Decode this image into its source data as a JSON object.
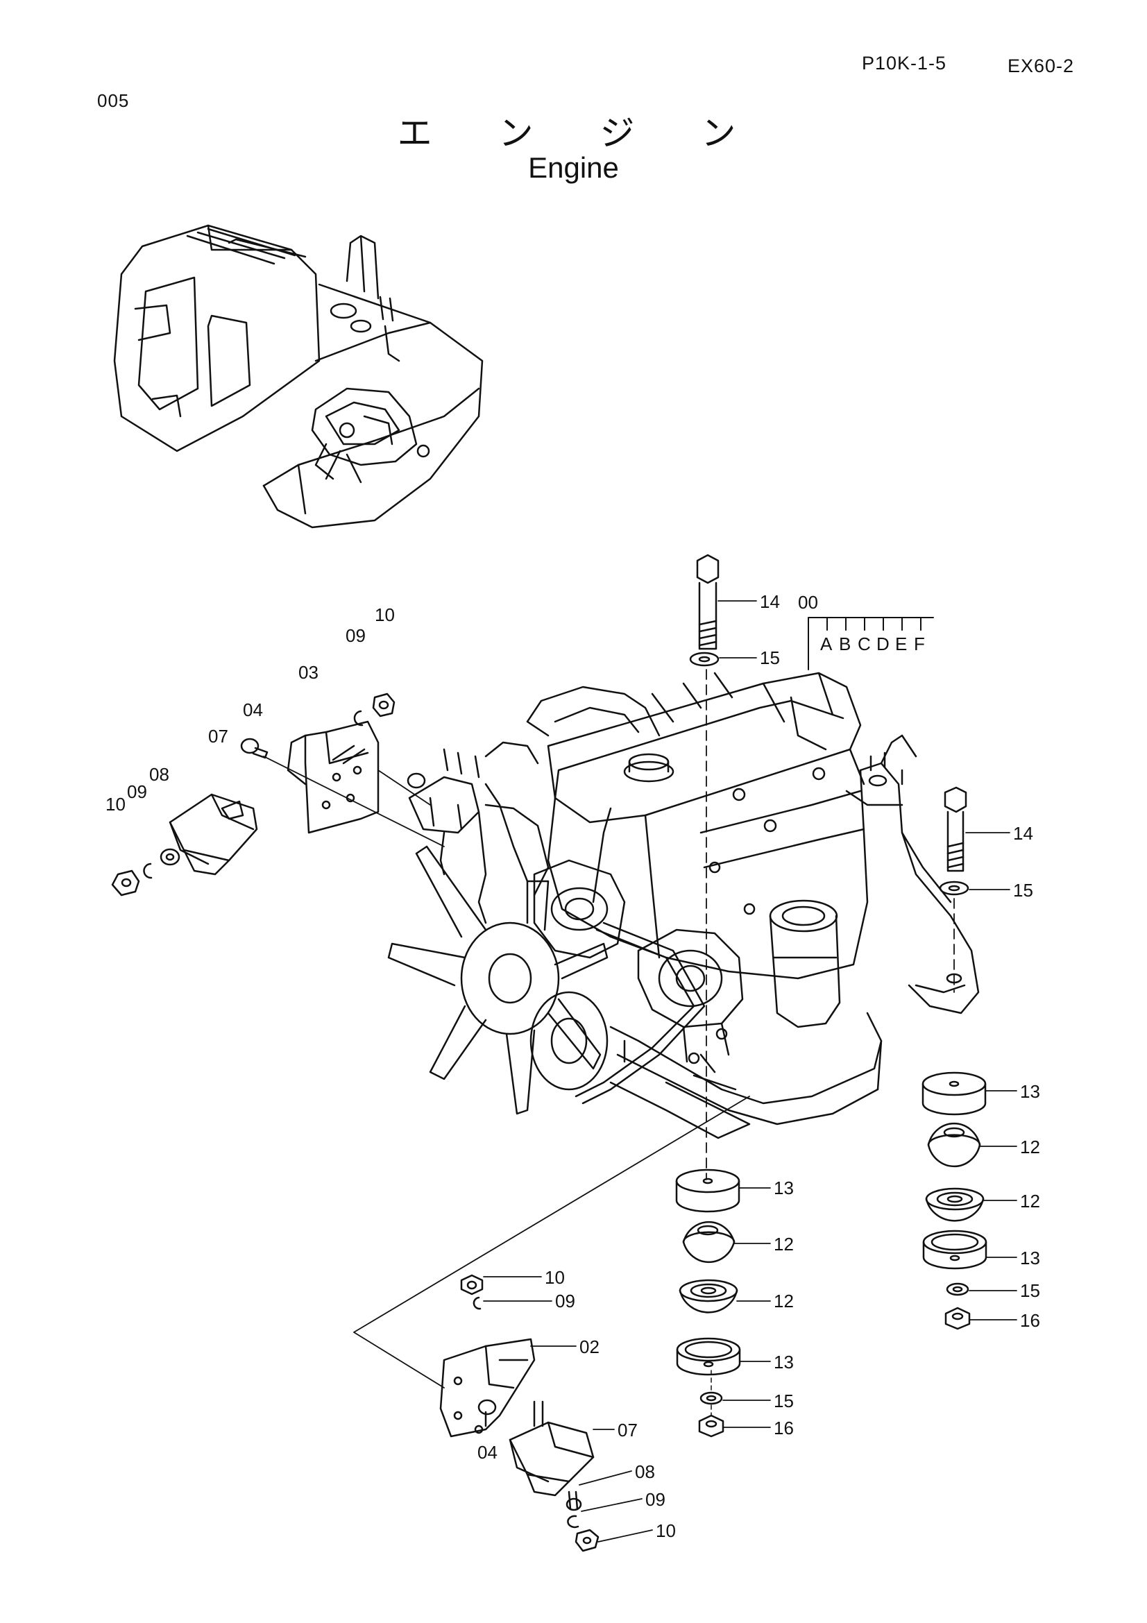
{
  "header": {
    "page_code": "P10K-1-5",
    "model": "EX60-2",
    "page_number": "005",
    "title_japanese": "エ ン ジ ン",
    "title_english": "Engine"
  },
  "variants": {
    "label": "00",
    "letters": [
      "A",
      "B",
      "C",
      "D",
      "E",
      "F"
    ]
  },
  "callouts": [
    {
      "id": "c14a",
      "label": "14"
    },
    {
      "id": "c15a",
      "label": "15"
    },
    {
      "id": "c14b",
      "label": "14"
    },
    {
      "id": "c15b",
      "label": "15"
    },
    {
      "id": "c10a",
      "label": "10"
    },
    {
      "id": "c09a",
      "label": "09"
    },
    {
      "id": "c03",
      "label": "03"
    },
    {
      "id": "c04a",
      "label": "04"
    },
    {
      "id": "c07a",
      "label": "07"
    },
    {
      "id": "c08a",
      "label": "08"
    },
    {
      "id": "c09b",
      "label": "09"
    },
    {
      "id": "c10b",
      "label": "10"
    },
    {
      "id": "c13r1",
      "label": "13"
    },
    {
      "id": "c12r1",
      "label": "12"
    },
    {
      "id": "c12r2",
      "label": "12"
    },
    {
      "id": "c13r2",
      "label": "13"
    },
    {
      "id": "c15r",
      "label": "15"
    },
    {
      "id": "c16r",
      "label": "16"
    },
    {
      "id": "c13m1",
      "label": "13"
    },
    {
      "id": "c12m1",
      "label": "12"
    },
    {
      "id": "c12m2",
      "label": "12"
    },
    {
      "id": "c13m2",
      "label": "13"
    },
    {
      "id": "c15m",
      "label": "15"
    },
    {
      "id": "c16m",
      "label": "16"
    },
    {
      "id": "c10c",
      "label": "10"
    },
    {
      "id": "c09c",
      "label": "09"
    },
    {
      "id": "c02",
      "label": "02"
    },
    {
      "id": "c04b",
      "label": "04"
    },
    {
      "id": "c07b",
      "label": "07"
    },
    {
      "id": "c08b",
      "label": "08"
    },
    {
      "id": "c09d",
      "label": "09"
    },
    {
      "id": "c10d",
      "label": "10"
    }
  ]
}
